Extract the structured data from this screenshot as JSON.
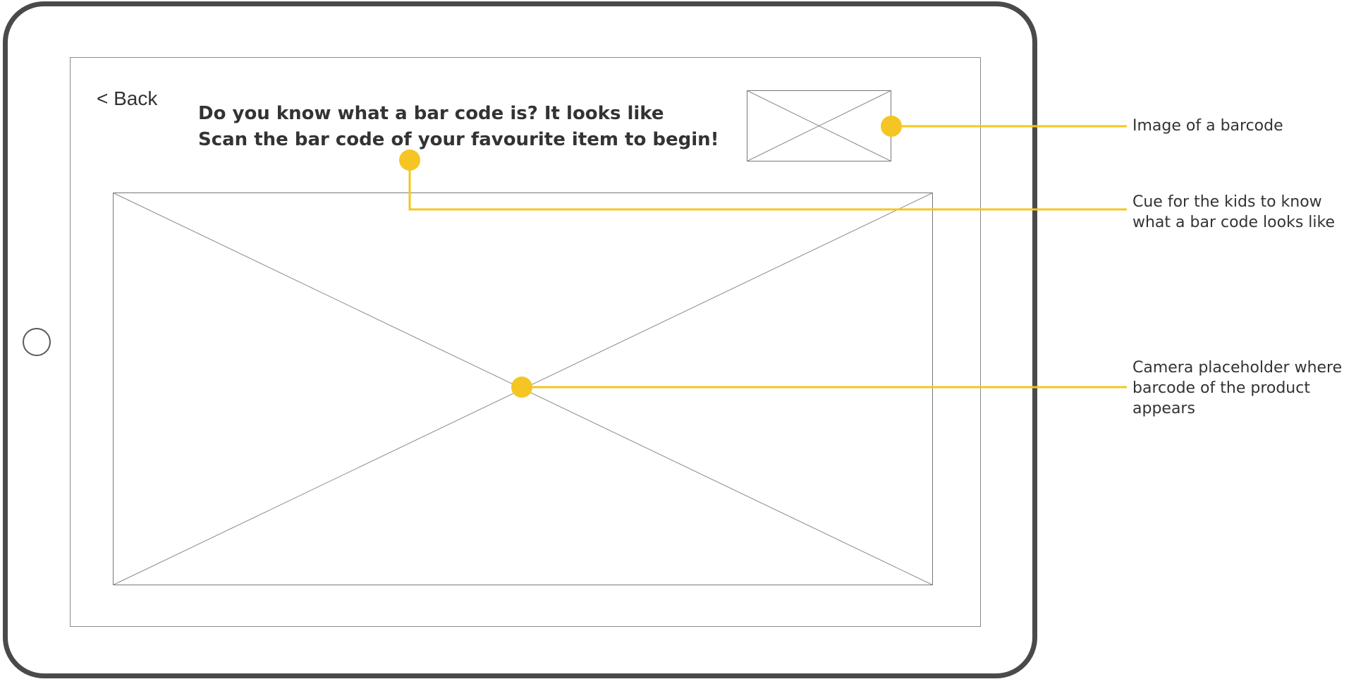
{
  "screen": {
    "back_label": "< Back",
    "heading_line1": "Do you know what a bar code is? It looks like",
    "heading_line2": "Scan the bar code of your favourite item to begin!"
  },
  "annotations": {
    "barcode_image": "Image of a barcode",
    "cue_line1": "Cue for the kids to know",
    "cue_line2": "what a bar code looks like",
    "camera_line1": "Camera placeholder where",
    "camera_line2": "barcode of the product",
    "camera_line3": "appears"
  },
  "colors": {
    "callout": "#f5c623",
    "frame": "#4a4a4a",
    "text": "#333333"
  },
  "icons": {
    "barcode_placeholder": "image-placeholder-icon",
    "camera_placeholder": "image-placeholder-icon"
  }
}
